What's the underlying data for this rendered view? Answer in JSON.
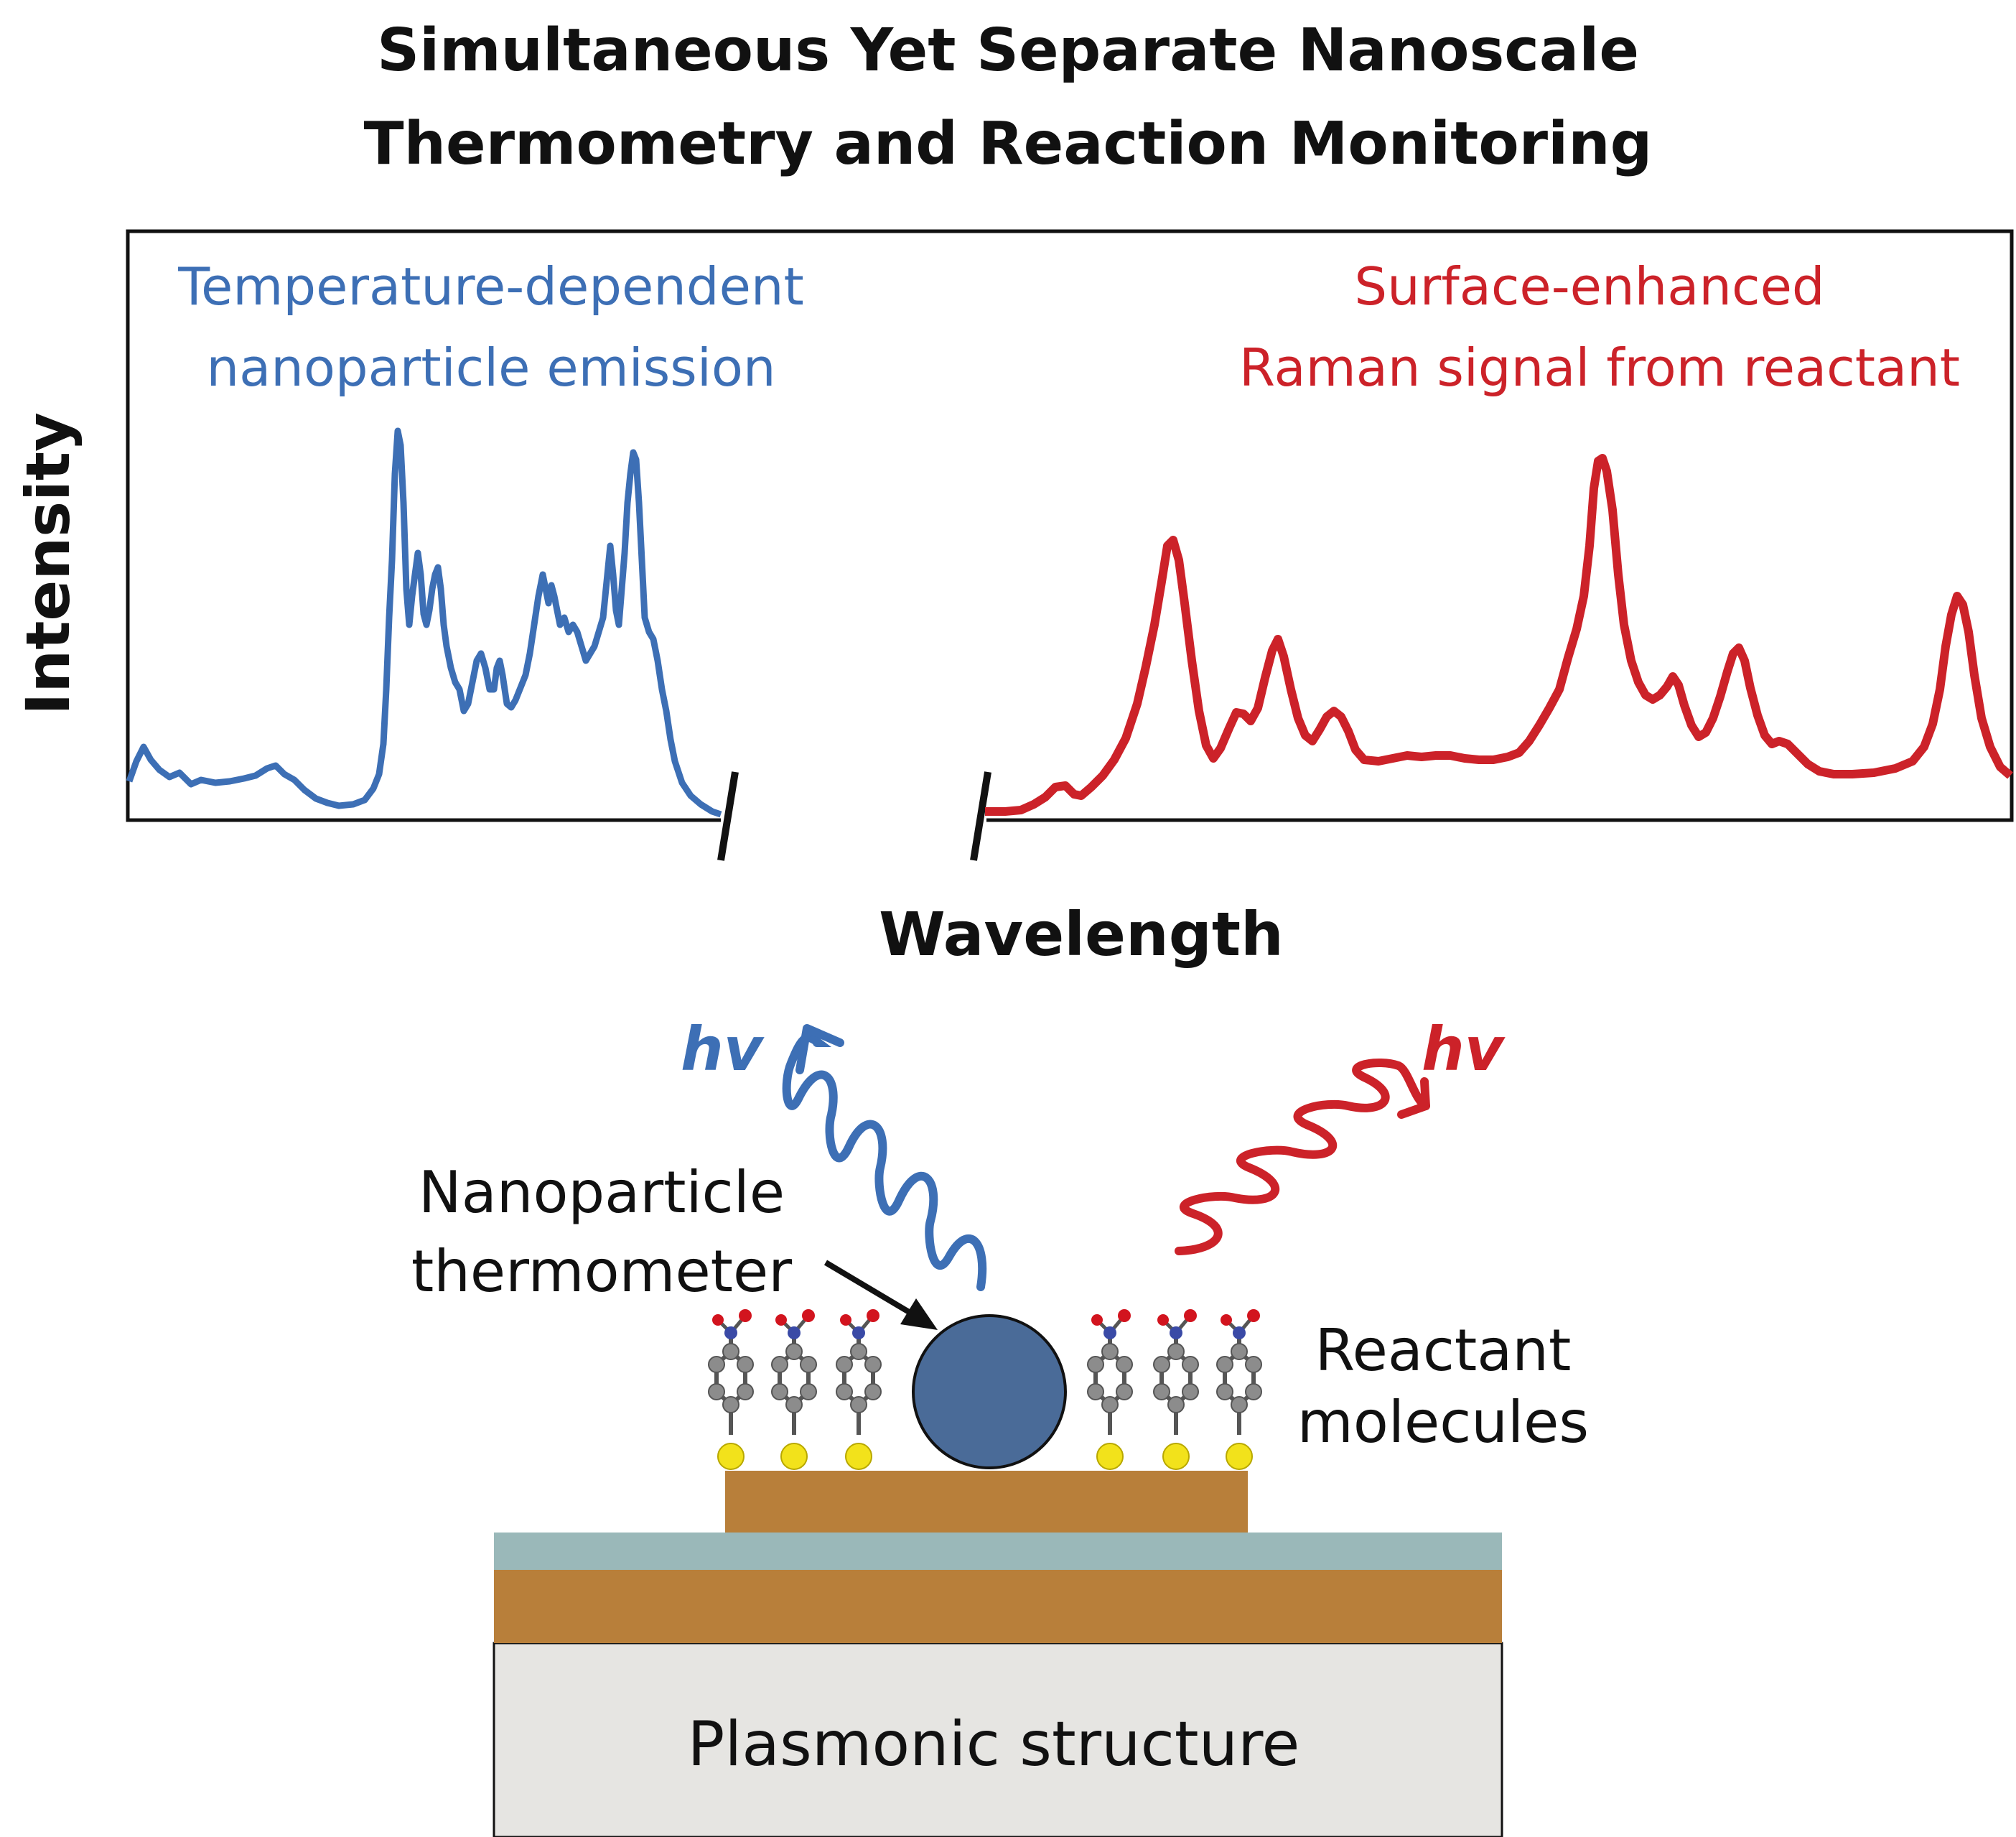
{
  "title": {
    "line1": "Simultaneous Yet Separate Nanoscale",
    "line2": "Thermometry and Reaction Monitoring"
  },
  "spectrum": {
    "y_axis_label": "Intensity",
    "x_axis_label": "Wavelength",
    "emission_label_line1": "Temperature-dependent",
    "emission_label_line2": "nanoparticle emission",
    "raman_label_line1": "Surface-enhanced",
    "raman_label_line2": "Raman signal from reactant"
  },
  "photons": {
    "emission_hv": "hv",
    "raman_hv": "hv"
  },
  "labels": {
    "thermometer_line1": "Nanoparticle",
    "thermometer_line2": "thermometer",
    "reactant_line1": "Reactant",
    "reactant_line2": "molecules",
    "base": "Plasmonic structure"
  },
  "colors": {
    "emission": "#3d6fb5",
    "raman": "#cc2229",
    "nanoparticle": "#4a6b98",
    "gold": "#b87f3a",
    "dielectric": "#9ab8b9",
    "substrate": "#e6e5e2",
    "sulfur": "#f2e21b",
    "carbon": "#8c8c8c",
    "nitrogen": "#3a4aa6",
    "oxygen": "#d2141e"
  }
}
